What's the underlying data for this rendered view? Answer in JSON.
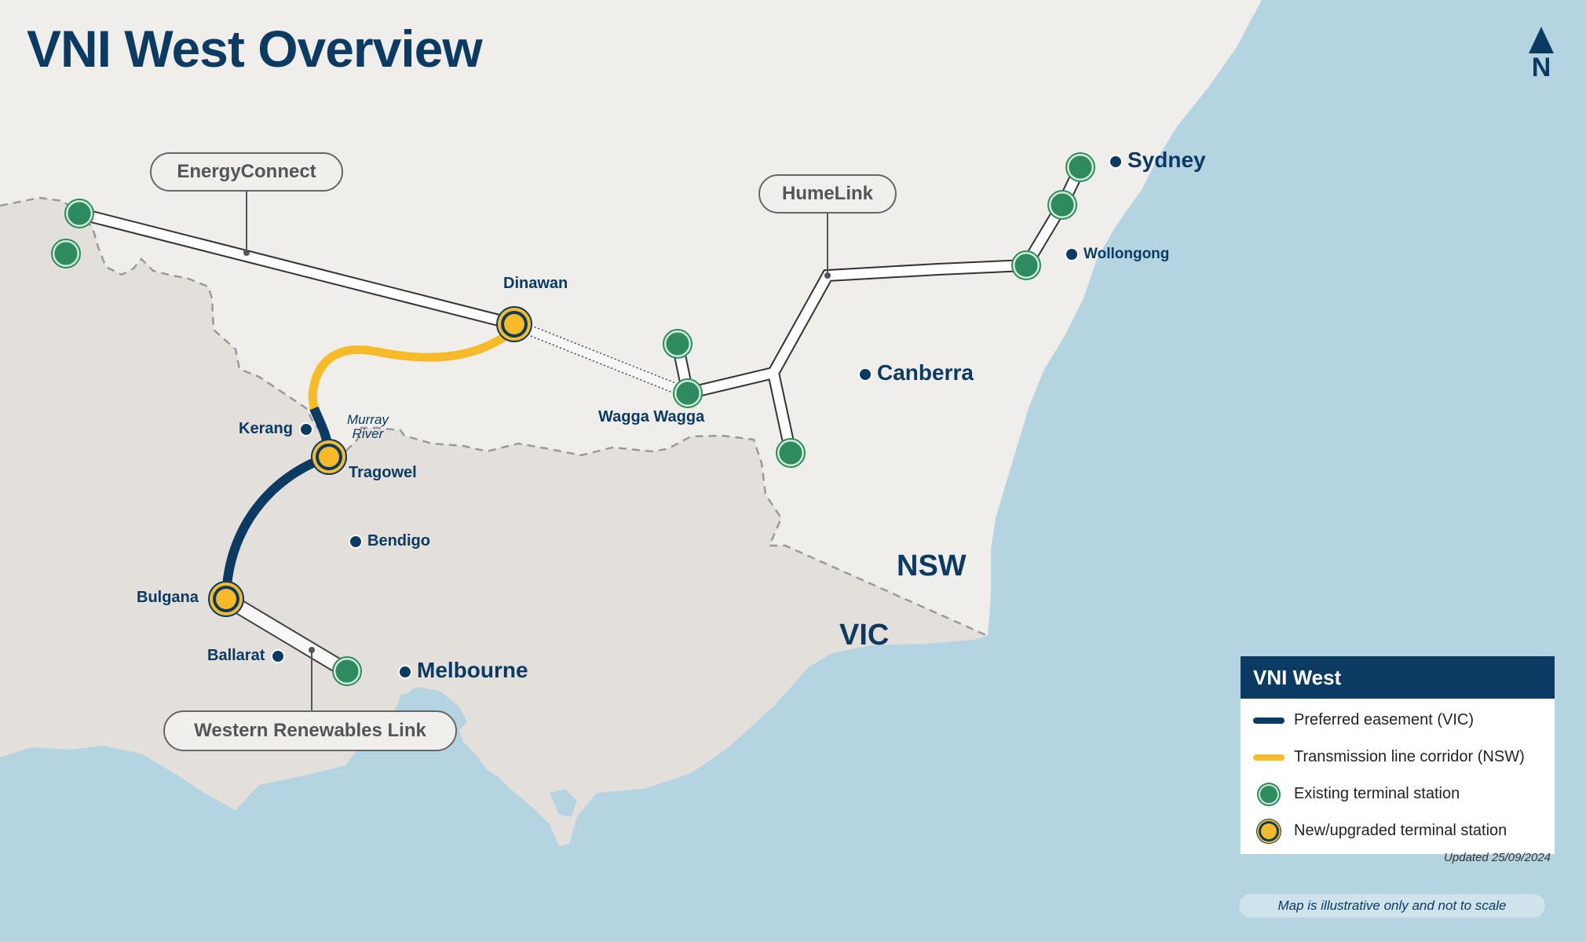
{
  "header": {
    "title": "VNI West Overview"
  },
  "north_arrow": {
    "label": "N"
  },
  "colors": {
    "ocean": "#b5d4e1",
    "nsw_land": "#f0eeeb",
    "vic_land": "#e3dfdb",
    "navy": "#0b3a63",
    "yellow": "#f7bb2a",
    "green": "#2e8b5f"
  },
  "callouts": {
    "energy_connect": "EnergyConnect",
    "humelink": "HumeLink",
    "western_renewables_link": "Western Renewables Link"
  },
  "terminal_stations": {
    "dinawan": "Dinawan",
    "wagga_wagga": "Wagga Wagga",
    "tragowel": "Tragowel",
    "bulgana": "Bulgana"
  },
  "places": {
    "sydney": "Sydney",
    "wollongong": "Wollongong",
    "canberra": "Canberra",
    "kerang": "Kerang",
    "bendigo": "Bendigo",
    "ballarat": "Ballarat",
    "melbourne": "Melbourne"
  },
  "river": {
    "line1": "Murray",
    "line2": "River"
  },
  "states": {
    "nsw": "NSW",
    "vic": "VIC"
  },
  "legend": {
    "title": "VNI West",
    "items": [
      {
        "label": "Preferred easement (VIC)",
        "type": "line",
        "color": "#0b3a63"
      },
      {
        "label": "Transmission line corridor (NSW)",
        "type": "line",
        "color": "#f7bb2a"
      },
      {
        "label": "Existing terminal station",
        "type": "existing"
      },
      {
        "label": "New/upgraded terminal station",
        "type": "new"
      }
    ],
    "updated": "Updated 25/09/2024"
  },
  "disclaimer": "Map is illustrative only and not to scale"
}
